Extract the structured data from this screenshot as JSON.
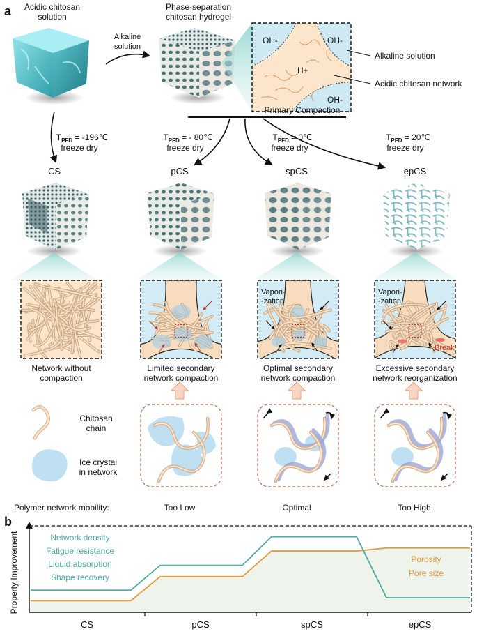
{
  "panel_a": {
    "label": "a",
    "start_material": "Acidic chitosan\nsolution",
    "alkaline_arrow_label": "Alkaline\nsolution",
    "hydrogel_label": "Phase-separation\nchitosan hydrogel",
    "inset": {
      "oh_top_left": "OH-",
      "oh_top_right": "OH-",
      "oh_bottom": "OH-",
      "h_plus": "H+",
      "caption": "Primary Compaction"
    },
    "legend_alkaline": "Alkaline solution",
    "legend_network": "Acidic chitosan network",
    "routes": [
      {
        "sample": "CS",
        "t_prefix": "T",
        "t_sub": "PFD",
        "temp": " = -196℃",
        "process": "freeze dry",
        "network_label": "Network without\ncompaction"
      },
      {
        "sample": "pCS",
        "t_prefix": "T",
        "t_sub": "PFD",
        "temp": " = - 80℃",
        "process": "freeze dry",
        "network_label": "Limited secondary\nnetwork compaction"
      },
      {
        "sample": "spCS",
        "t_prefix": "T",
        "t_sub": "PFD",
        "temp": " = 0℃",
        "process": "freeze dry",
        "network_label": "Optimal secondary\nnetwork compaction",
        "vapor": "Vapori-\n-zation"
      },
      {
        "sample": "epCS",
        "t_prefix": "T",
        "t_sub": "PFD",
        "temp": " = 20℃",
        "process": "freeze dry",
        "network_label": "Excessive secondary\nnetwork reorganization",
        "vapor": "Vapori-\n-zation",
        "break": "Break"
      }
    ],
    "legend_chain": "Chitosan\nchain",
    "legend_ice": "Ice crystal\nin network",
    "mobility_title": "Polymer network mobility:",
    "mobility_levels": [
      "Too Low",
      "Optimal",
      "Too High"
    ]
  },
  "panel_b": {
    "label": "b",
    "ylabel": "Property Improvement",
    "teal_properties": [
      "Network density",
      "Fatigue resistance",
      "Liquid absorption",
      "Shape recovery"
    ],
    "orange_properties": [
      "Porosity",
      "Pore size"
    ],
    "colors": {
      "teal": "#4aaba0",
      "orange": "#e39a3c",
      "fill": "#eef3ec"
    }
  },
  "chart_data": {
    "type": "line",
    "categories": [
      "CS",
      "pCS",
      "spCS",
      "epCS"
    ],
    "ylabel": "Property Improvement",
    "series": [
      {
        "values": [
          0.22,
          0.55,
          0.93,
          0.12
        ],
        "color": "#4aaba0"
      },
      {
        "values": [
          0.08,
          0.4,
          0.74,
          0.78
        ],
        "color": "#e39a3c"
      }
    ]
  }
}
